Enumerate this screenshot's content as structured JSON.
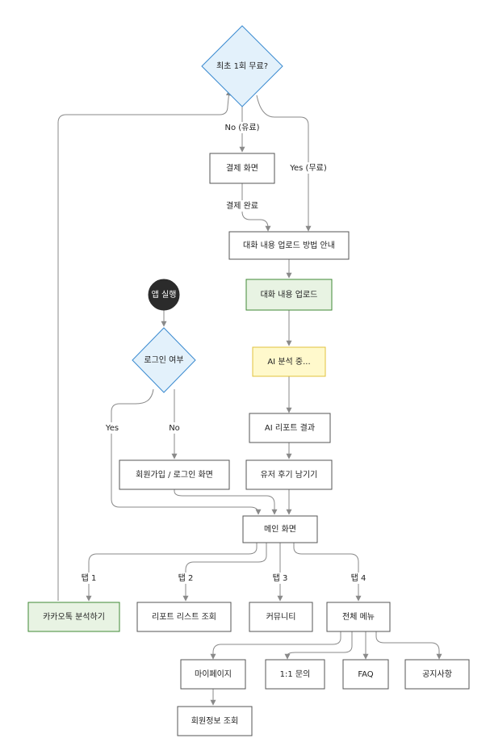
{
  "nodes": {
    "free_check": "최초 1회 무료?",
    "payment_screen": "결제 화면",
    "upload_guide": "대화 내용 업로드 방법 안내",
    "upload": "대화 내용 업로드",
    "ai_analyzing": "AI 분석 중...",
    "ai_report": "AI 리포트 결과",
    "leave_review": "유저 후기 남기기",
    "app_start": "앱 실행",
    "login_check": "로그인 여부",
    "signup_login": "회원가입 / 로그인 화면",
    "main_screen": "메인 화면",
    "kakao_analyze": "카카오톡 분석하기",
    "report_list": "리포트 리스트 조회",
    "community": "커뮤니티",
    "all_menu": "전체 메뉴",
    "my_page": "마이페이지",
    "inquiry": "1:1 문의",
    "faq": "FAQ",
    "notice": "공지사항",
    "member_info": "회원정보 조회"
  },
  "edge_labels": {
    "no_paid": "No (유료)",
    "yes_free": "Yes (무료)",
    "payment_done": "결제 완료",
    "yes": "Yes",
    "no": "No",
    "tab1": "탭 1",
    "tab2": "탭 2",
    "tab3": "탭 3",
    "tab4": "탭 4"
  },
  "colors": {
    "diamond_fill": "#e3f1fb",
    "diamond_stroke": "#3a8ad0",
    "green_fill": "#e8f3e3",
    "green_stroke": "#3f8a36",
    "yellow_fill": "#fff9cc",
    "yellow_stroke": "#e0c23c",
    "start_fill": "#2b2b2b",
    "edge": "#8a8a8a"
  }
}
